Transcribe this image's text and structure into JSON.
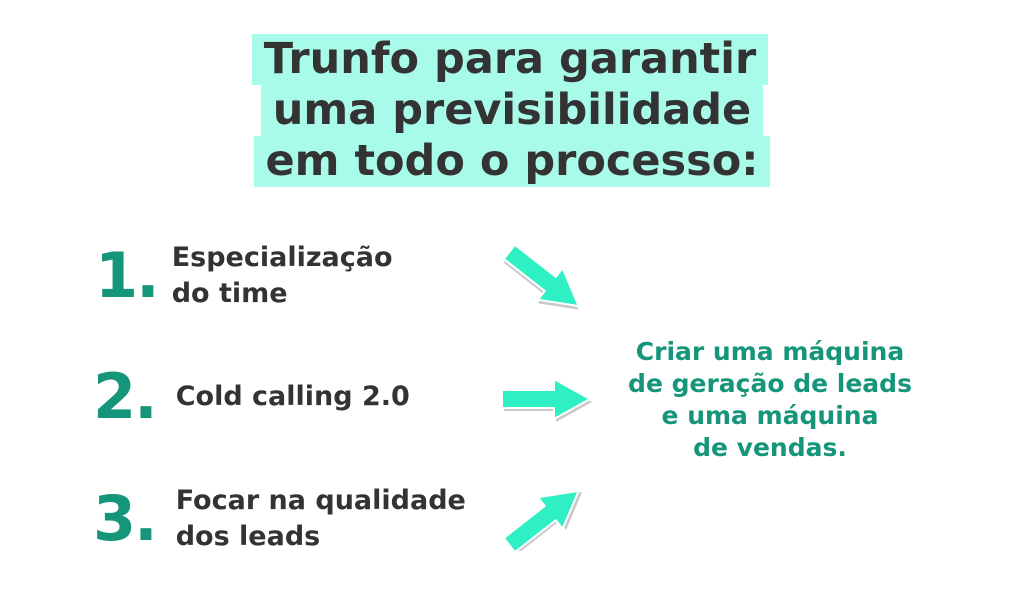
{
  "title": {
    "line1": "Trunfo para garantir",
    "line2": "uma previsibilidade",
    "line3": "em todo o processo:"
  },
  "steps": [
    {
      "number": "1.",
      "text": "Especialização\ndo time"
    },
    {
      "number": "2.",
      "text": "Cold calling 2.0"
    },
    {
      "number": "3.",
      "text": "Focar na qualidade\ndos leads"
    }
  ],
  "result": {
    "text": "Criar uma máquina\nde geração de leads\ne uma máquina\nde vendas."
  },
  "colors": {
    "accent": "#15957a",
    "highlight": "#a8fbe9",
    "arrow": "#2ef0c4",
    "text": "#333333"
  },
  "icons": {
    "arrow_1": "arrow-down-right-icon",
    "arrow_2": "arrow-right-icon",
    "arrow_3": "arrow-up-right-icon"
  }
}
